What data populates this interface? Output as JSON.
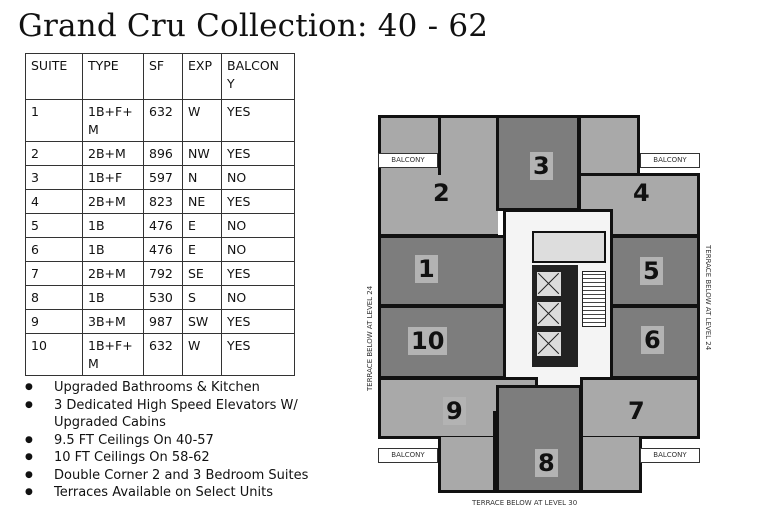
{
  "title": "Grand Cru Collection: 40 - 62",
  "table": {
    "headers": [
      "SUITE",
      "TYPE",
      "SF",
      "EXP",
      "BALCON Y"
    ],
    "rows": [
      {
        "suite": "1",
        "type": "1B+F+ M",
        "sf": "632",
        "exp": "W",
        "balcony": "YES"
      },
      {
        "suite": "2",
        "type": "2B+M",
        "sf": "896",
        "exp": "NW",
        "balcony": "YES"
      },
      {
        "suite": "3",
        "type": "1B+F",
        "sf": "597",
        "exp": "N",
        "balcony": "NO"
      },
      {
        "suite": "4",
        "type": "2B+M",
        "sf": "823",
        "exp": "NE",
        "balcony": "YES"
      },
      {
        "suite": "5",
        "type": "1B",
        "sf": "476",
        "exp": "E",
        "balcony": "NO"
      },
      {
        "suite": "6",
        "type": "1B",
        "sf": "476",
        "exp": "E",
        "balcony": "NO"
      },
      {
        "suite": "7",
        "type": "2B+M",
        "sf": "792",
        "exp": "SE",
        "balcony": "YES"
      },
      {
        "suite": "8",
        "type": "1B",
        "sf": "530",
        "exp": "S",
        "balcony": "NO"
      },
      {
        "suite": "9",
        "type": "3B+M",
        "sf": "987",
        "exp": "SW",
        "balcony": "YES"
      },
      {
        "suite": "10",
        "type": "1B+F+ M",
        "sf": "632",
        "exp": "W",
        "balcony": "YES"
      }
    ]
  },
  "features": [
    "Upgraded Bathrooms & Kitchen",
    "3 Dedicated High Speed Elevators W/ Upgraded Cabins",
    "9.5 FT Ceilings On 40-57",
    "10 FT Ceilings On 58-62",
    "Double Corner 2 and 3 Bedroom Suites",
    "Terraces Available on Select Units"
  ],
  "floorplan": {
    "unit_labels": [
      "1",
      "2",
      "3",
      "4",
      "5",
      "6",
      "7",
      "8",
      "9",
      "10"
    ],
    "balcony_label": "BALCONY",
    "terrace_left": "TERRACE BELOW AT LEVEL 24",
    "terrace_right": "TERRACE BELOW AT LEVEL 24",
    "terrace_bottom": "TERRACE BELOW AT LEVEL 30",
    "colors": {
      "light_unit": "#a9a9a9",
      "dark_unit": "#7d7d7d",
      "core": "#f4f4f4",
      "walls": "#111111"
    }
  }
}
